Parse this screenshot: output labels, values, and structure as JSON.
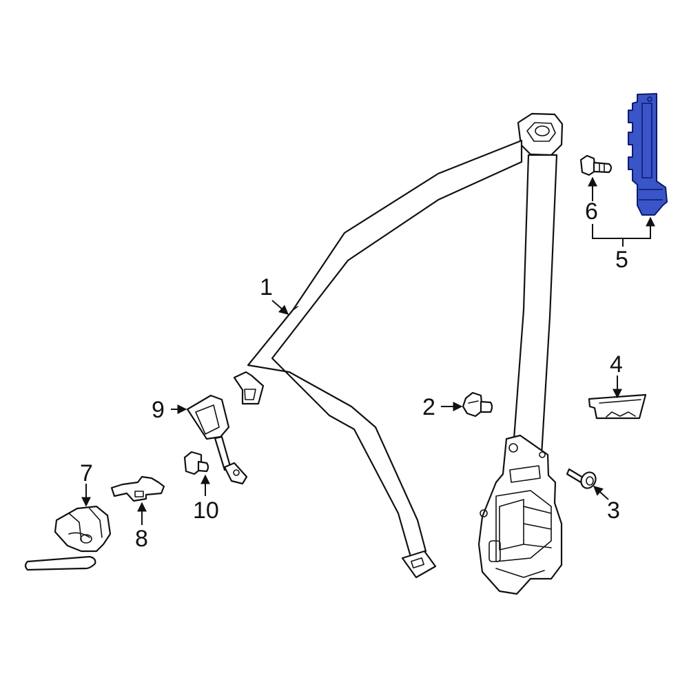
{
  "diagram": {
    "highlight_color": "#3a55c8",
    "line_color": "#111111",
    "background": "#ffffff",
    "callouts": [
      {
        "id": "1",
        "label": "1"
      },
      {
        "id": "2",
        "label": "2"
      },
      {
        "id": "3",
        "label": "3"
      },
      {
        "id": "4",
        "label": "4"
      },
      {
        "id": "5",
        "label": "5"
      },
      {
        "id": "6",
        "label": "6"
      },
      {
        "id": "7",
        "label": "7"
      },
      {
        "id": "8",
        "label": "8"
      },
      {
        "id": "9",
        "label": "9"
      },
      {
        "id": "10",
        "label": "10"
      }
    ],
    "highlighted_part": "5"
  }
}
